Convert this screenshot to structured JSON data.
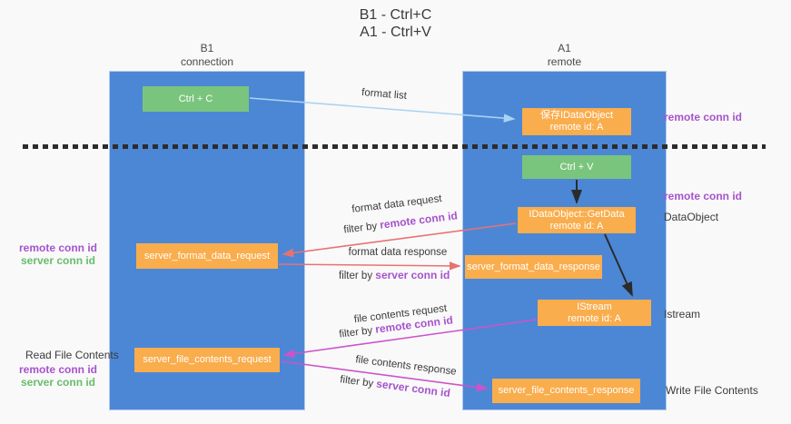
{
  "title": {
    "line1": "B1 - Ctrl+C",
    "line2": "A1 - Ctrl+V"
  },
  "columns": {
    "b1": {
      "name": "B1",
      "subtitle": "connection"
    },
    "a1": {
      "name": "A1",
      "subtitle": "remote"
    }
  },
  "nodes": {
    "ctrl_c": "Ctrl + C",
    "ctrl_v": "Ctrl + V",
    "save_dataobject": {
      "line1": "保存IDataObject",
      "line2": "remote id: A"
    },
    "getdata": {
      "line1": "IDataObject::GetData",
      "line2": "remote id: A"
    },
    "istream": {
      "line1": "IStream",
      "line2": "remote id: A"
    },
    "server_format_data_request": "server_format_data_request",
    "server_format_data_response": "server_format_data_response",
    "server_file_contents_request": "server_file_contents_request",
    "server_file_contents_response": "server_file_contents_response"
  },
  "arrow_labels": {
    "format_list": "format list",
    "format_data_request": "format data request",
    "format_data_request_filter_prefix": "filter by ",
    "format_data_request_filter_key": "remote conn id",
    "format_data_response": "format data response",
    "format_data_response_filter_prefix": "filter by ",
    "format_data_response_filter_key": "server conn id",
    "file_contents_request": "file contents request",
    "file_contents_request_filter_prefix": "filter by ",
    "file_contents_request_filter_key": "remote conn id",
    "file_contents_response": "file contents response",
    "file_contents_response_filter_prefix": "filter by ",
    "file_contents_response_filter_key": "server conn id"
  },
  "side_labels": {
    "remote_conn_id_top": "remote conn id",
    "remote_conn_id_mid": "remote conn id",
    "dataobject": "DataObject",
    "istream": "Istream",
    "write_file_contents": "Write File Contents",
    "read_file_contents": "Read File Contents",
    "left_mid_remote": "remote conn id",
    "left_mid_server": "server conn id",
    "left_bottom_remote": "remote conn id",
    "left_bottom_server": "server conn id"
  },
  "colors": {
    "column_blue": "#4c87d6",
    "node_orange": "#f9ad4d",
    "node_green": "#7ac57d",
    "arrow_light_blue": "#a9d3f2",
    "arrow_salmon": "#e87272",
    "arrow_magenta": "#cb54cb",
    "arrow_black": "#2b2b2b",
    "text_purple": "#a653cc",
    "text_green": "#67bd6d"
  }
}
